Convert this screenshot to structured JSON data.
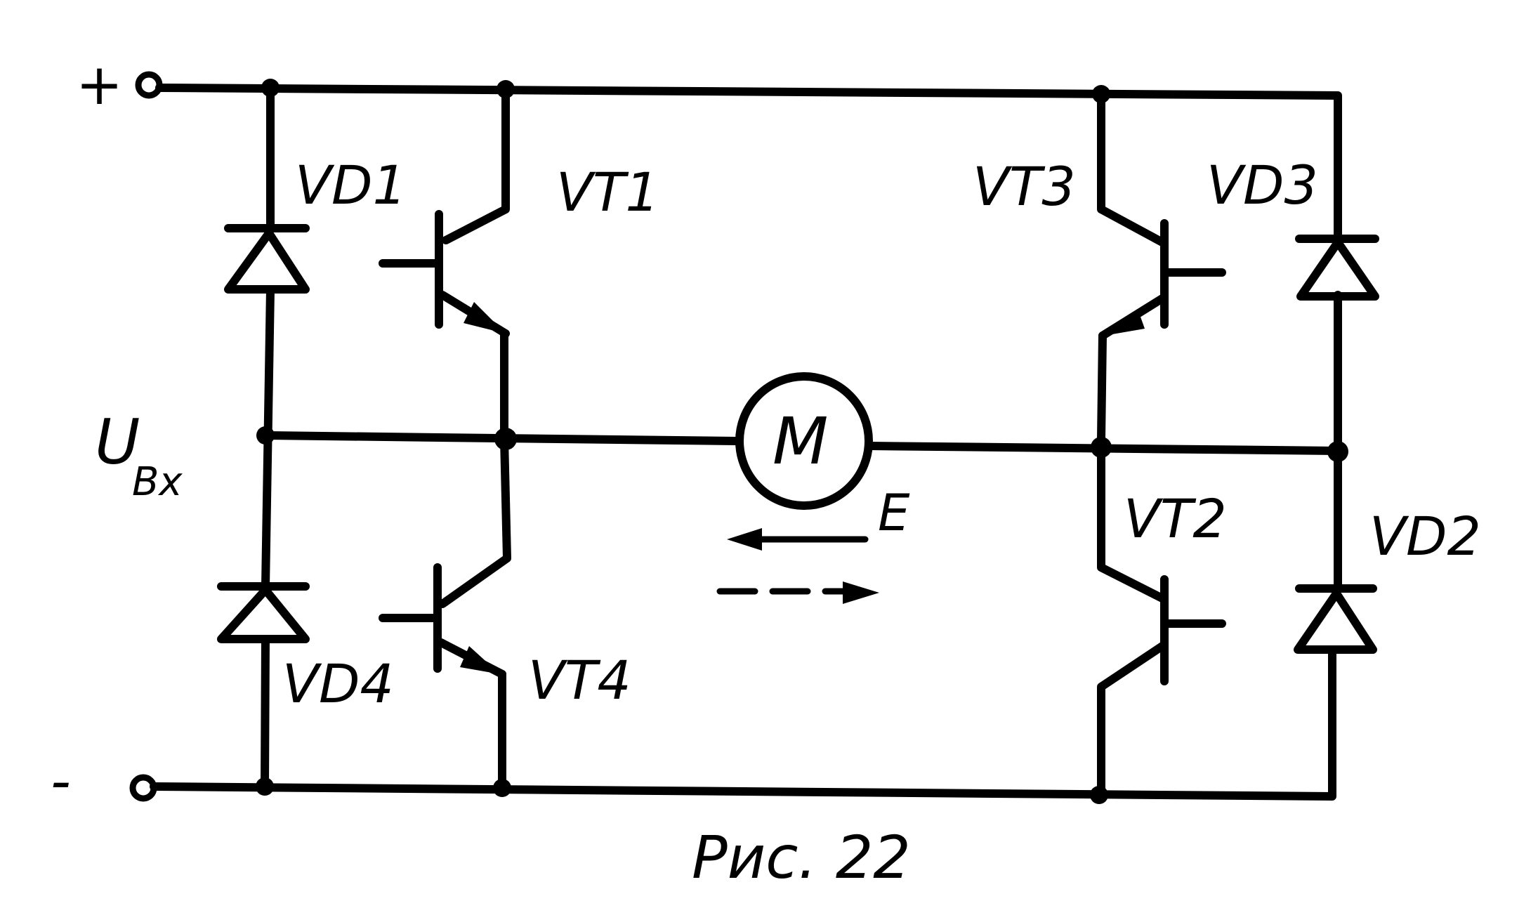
{
  "terminals": {
    "plus": "+",
    "minus": "-"
  },
  "input_voltage": {
    "main": "U",
    "sub": "Вх"
  },
  "components": {
    "vd1": "VD1",
    "vd2": "VD2",
    "vd3": "VD3",
    "vd4": "VD4",
    "vt1": "VT1",
    "vt2": "VT2",
    "vt3": "VT3",
    "vt4": "VT4",
    "motor": "M",
    "emf": "E"
  },
  "caption": "Рис. 22"
}
